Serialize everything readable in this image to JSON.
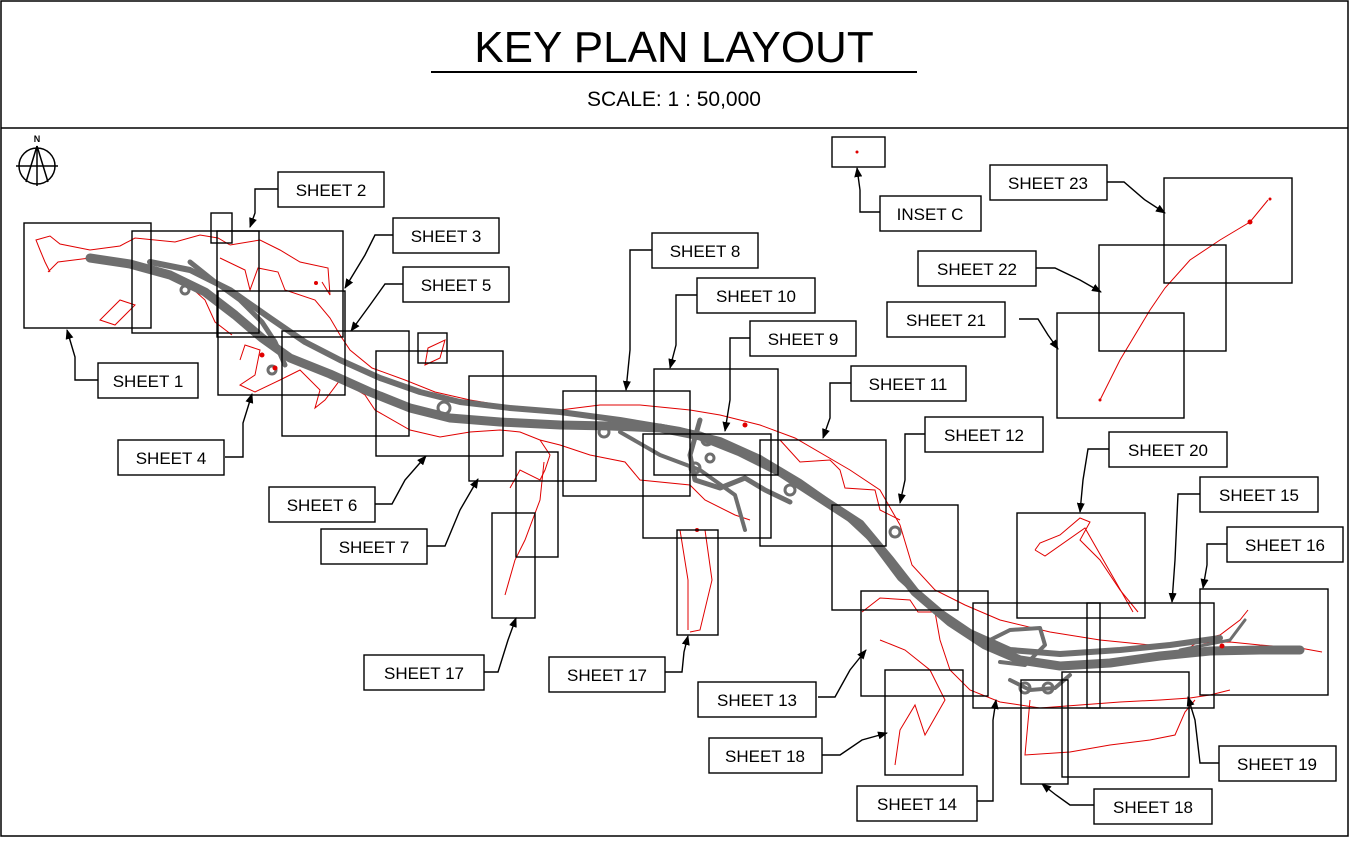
{
  "title": "KEY PLAN LAYOUT",
  "scale": "SCALE: 1 : 50,000",
  "north_arrow": "N",
  "labels": {
    "sheet1": "SHEET 1",
    "sheet2": "SHEET 2",
    "sheet3": "SHEET 3",
    "sheet4": "SHEET 4",
    "sheet5": "SHEET 5",
    "sheet6": "SHEET 6",
    "sheet7": "SHEET 7",
    "sheet8": "SHEET 8",
    "sheet9": "SHEET 9",
    "sheet10": "SHEET 10",
    "sheet11": "SHEET 11",
    "sheet12": "SHEET 12",
    "sheet13": "SHEET 13",
    "sheet14": "SHEET 14",
    "sheet15": "SHEET 15",
    "sheet16": "SHEET 16",
    "sheet17a": "SHEET 17",
    "sheet17b": "SHEET 17",
    "sheet18a": "SHEET 18",
    "sheet18b": "SHEET 18",
    "sheet19": "SHEET 19",
    "sheet20": "SHEET 20",
    "sheet21": "SHEET 21",
    "sheet22": "SHEET 22",
    "sheet23": "SHEET 23",
    "insetc": "INSET C"
  },
  "colors": {
    "frame": "#000000",
    "highway": "#6e6e6e",
    "boundary": "#e00000",
    "background": "#ffffff"
  }
}
